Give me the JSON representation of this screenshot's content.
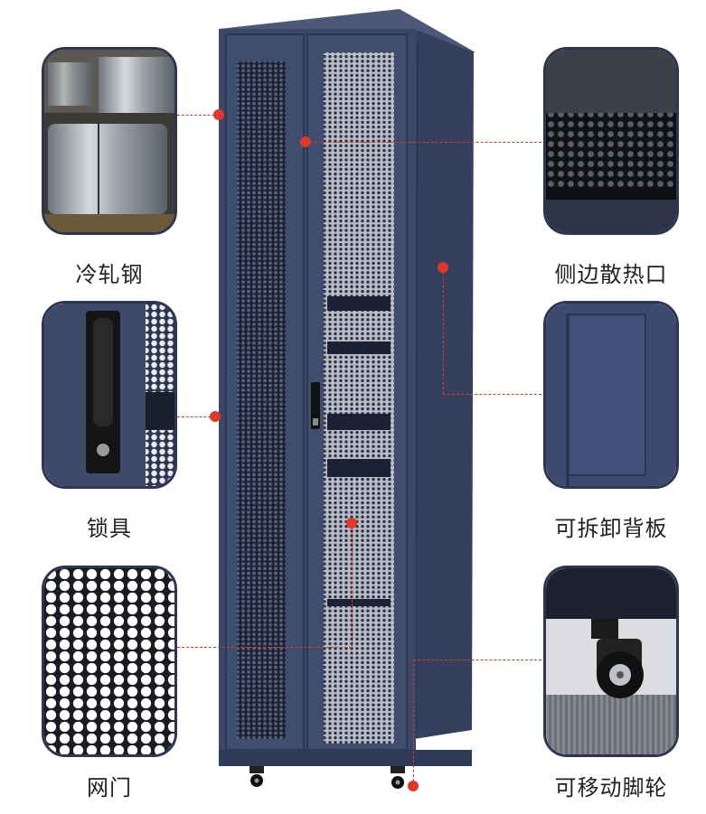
{
  "features": {
    "cold_rolled_steel": "冷轧钢",
    "lock": "锁具",
    "mesh_door": "网门",
    "side_vent": "侧边散热口",
    "removable_back_panel": "可拆卸背板",
    "movable_casters": "可移动脚轮"
  },
  "colors": {
    "cabinet": "#3a4868",
    "accent": "#e2362a",
    "thumb_border": "#2e3553"
  }
}
